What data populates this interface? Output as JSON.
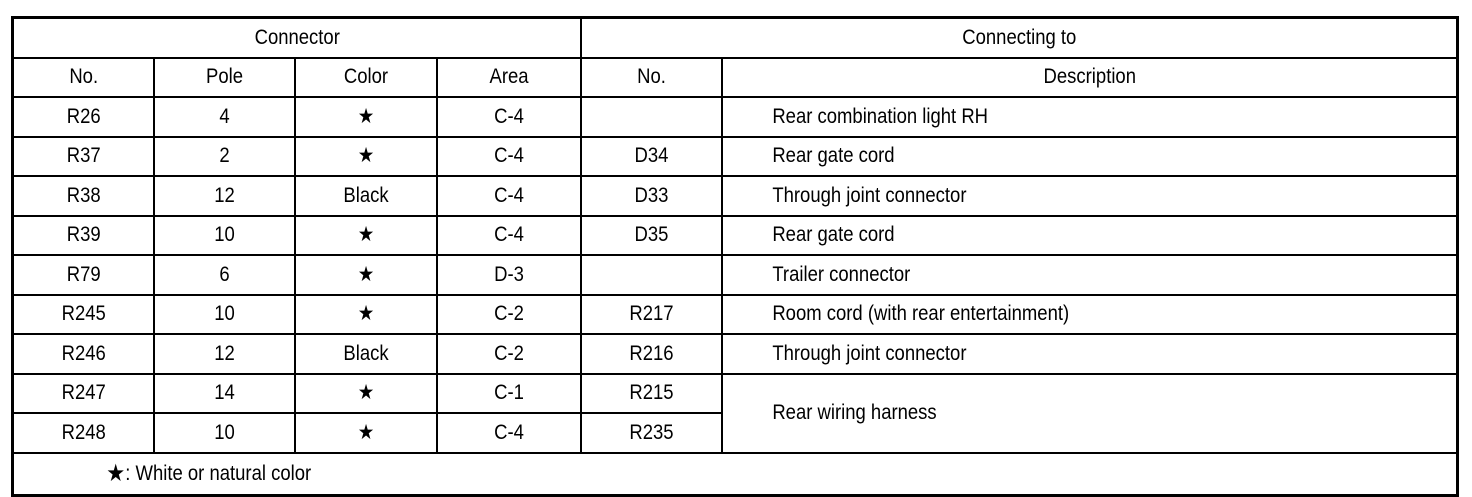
{
  "table": {
    "group_headers": [
      {
        "label": "Connector",
        "span": 4
      },
      {
        "label": "Connecting to",
        "span": 2
      }
    ],
    "column_headers": [
      "No.",
      "Pole",
      "Color",
      "Area",
      "No.",
      "Description"
    ],
    "star_glyph": "★",
    "rows": [
      {
        "no": "R26",
        "pole": "4",
        "color": "★",
        "area": "C-4",
        "to_no": "",
        "description": "Rear combination light RH"
      },
      {
        "no": "R37",
        "pole": "2",
        "color": "★",
        "area": "C-4",
        "to_no": "D34",
        "description": "Rear gate cord"
      },
      {
        "no": "R38",
        "pole": "12",
        "color": "Black",
        "area": "C-4",
        "to_no": "D33",
        "description": "Through joint connector"
      },
      {
        "no": "R39",
        "pole": "10",
        "color": "★",
        "area": "C-4",
        "to_no": "D35",
        "description": "Rear gate cord"
      },
      {
        "no": "R79",
        "pole": "6",
        "color": "★",
        "area": "D-3",
        "to_no": "",
        "description": "Trailer connector"
      },
      {
        "no": "R245",
        "pole": "10",
        "color": "★",
        "area": "C-2",
        "to_no": "R217",
        "description": "Room cord (with rear entertainment)"
      },
      {
        "no": "R246",
        "pole": "12",
        "color": "Black",
        "area": "C-2",
        "to_no": "R216",
        "description": "Through joint connector"
      },
      {
        "no": "R247",
        "pole": "14",
        "color": "★",
        "area": "C-1",
        "to_no": "R215",
        "description": "Rear wiring harness",
        "description_rowspan": 2
      },
      {
        "no": "R248",
        "pole": "10",
        "color": "★",
        "area": "C-4",
        "to_no": "R235",
        "description": null
      }
    ],
    "footnote": {
      "star": "★",
      "text": " : White or natural color"
    }
  },
  "colors": {
    "ink": "#000000",
    "paper": "#ffffff"
  }
}
